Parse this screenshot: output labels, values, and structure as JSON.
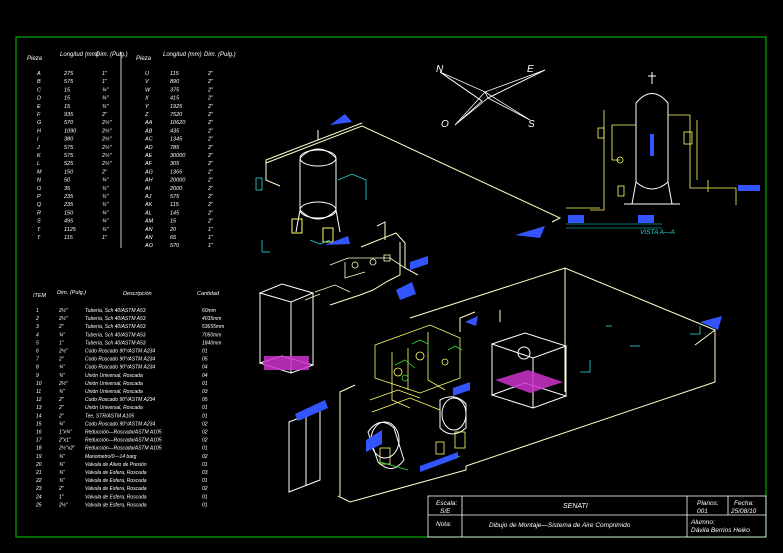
{
  "pieces_table": {
    "headers_left": [
      "Pieza",
      "Longitud (mm)",
      "Dim. (Pulg.)"
    ],
    "headers_right": [
      "Pieza",
      "Longitud (mm)",
      "Dim. (Pulg.)"
    ],
    "rows_left": [
      [
        "A",
        "275",
        "1\""
      ],
      [
        "B",
        "575",
        "1\""
      ],
      [
        "C",
        "15",
        "¾\""
      ],
      [
        "D",
        "15",
        "¾\""
      ],
      [
        "E",
        "15",
        "¾\""
      ],
      [
        "F",
        "935",
        "2\""
      ],
      [
        "G",
        "570",
        "2½\""
      ],
      [
        "H",
        "1090",
        "2½\""
      ],
      [
        "I",
        "380",
        "2½\""
      ],
      [
        "J",
        "575",
        "2½\""
      ],
      [
        "K",
        "575",
        "2½\""
      ],
      [
        "L",
        "525",
        "2½\""
      ],
      [
        "M",
        "150",
        "2\""
      ],
      [
        "N",
        "50",
        "¾\""
      ],
      [
        "O",
        "35",
        "¾\""
      ],
      [
        "P",
        "235",
        "¾\""
      ],
      [
        "Q",
        "235",
        "¾\""
      ],
      [
        "R",
        "150",
        "¾\""
      ],
      [
        "S",
        "495",
        "¾\""
      ],
      [
        "T",
        "1125",
        "¾\""
      ],
      [
        "T",
        "115",
        "1\""
      ]
    ],
    "rows_right": [
      [
        "U",
        "115",
        "2\""
      ],
      [
        "V",
        "890",
        "2\""
      ],
      [
        "W",
        "375",
        "2\""
      ],
      [
        "X",
        "415",
        "2\""
      ],
      [
        "Y",
        "1925",
        "2\""
      ],
      [
        "Z",
        "7520",
        "2\""
      ],
      [
        "AA",
        "10620",
        "2\""
      ],
      [
        "AB",
        "435",
        "2\""
      ],
      [
        "AC",
        "1345",
        "2\""
      ],
      [
        "AD",
        "785",
        "2\""
      ],
      [
        "AE",
        "30000",
        "2\""
      ],
      [
        "AF",
        "305",
        "2\""
      ],
      [
        "AG",
        "1365",
        "2\""
      ],
      [
        "AH",
        "20000",
        "2\""
      ],
      [
        "AI",
        "2000",
        "2\""
      ],
      [
        "AJ",
        "575",
        "2\""
      ],
      [
        "AK",
        "115",
        "2\""
      ],
      [
        "AL",
        "145",
        "2\""
      ],
      [
        "AM",
        "15",
        "2\""
      ],
      [
        "AN",
        "20",
        "1\""
      ],
      [
        "AN",
        "65",
        "1\""
      ],
      [
        "AO",
        "570",
        "1\""
      ]
    ]
  },
  "items_table": {
    "headers": [
      "ITEM",
      "Dim. (Pulg.)",
      "Descripción",
      "Cantidad"
    ],
    "rows": [
      [
        "1",
        "2½\"",
        "Tubería, Sch 40/ASTM A53",
        "60mm"
      ],
      [
        "2",
        "2½\"",
        "Tubería, Sch 40/ASTM A53",
        "4035mm"
      ],
      [
        "3",
        "2\"",
        "Tubería, Sch 40/ASTM A53",
        "53655mm"
      ],
      [
        "4",
        "¾\"",
        "Tubería, Sch 40/ASTM A53",
        "7050mm"
      ],
      [
        "5",
        "1\"",
        "Tubería, Sch 40/ASTM A53",
        "1840mm"
      ],
      [
        "6",
        "2½\"",
        "Codo Roscado 90°/ASTM A234",
        "01"
      ],
      [
        "7",
        "2\"",
        "Codo Roscado 90°/ASTM A234",
        "05"
      ],
      [
        "8",
        "¾\"",
        "Codo Roscado 90°/ASTM A234",
        "04"
      ],
      [
        "9",
        "¾\"",
        "Unión Universal, Roscada",
        "04"
      ],
      [
        "10",
        "2½\"",
        "Unión Universal, Roscada",
        "01"
      ],
      [
        "11",
        "¾\"",
        "Unión Universal, Roscada",
        "03"
      ],
      [
        "12",
        "2\"",
        "Codo Roscado 90°/ASTM A234",
        "05"
      ],
      [
        "13",
        "2\"",
        "Unión Universal, Roscada",
        "01"
      ],
      [
        "14",
        "2\"",
        "Tee, STR/ASTM A105",
        "01"
      ],
      [
        "15",
        "¾\"",
        "Codo Roscado 90°/ASTM A234",
        "02"
      ],
      [
        "16",
        "1\"x¾\"",
        "Reducción—Roscada/ASTM A105",
        "02"
      ],
      [
        "17",
        "2\"x1\"",
        "Reducción—Roscada/ASTM A105",
        "02"
      ],
      [
        "18",
        "2½\"x2\"",
        "Reducción—Roscada/ASTM A105",
        "01"
      ],
      [
        "19",
        "¾\"",
        "Manometro/0—14 barg",
        "02"
      ],
      [
        "20",
        "¾\"",
        "Valvula de Alivio de Presión",
        "01"
      ],
      [
        "21",
        "¾\"",
        "Valvula de Esfera, Roscada",
        "03"
      ],
      [
        "22",
        "¾\"",
        "Valvula de Esfera, Roscada",
        "01"
      ],
      [
        "23",
        "2\"",
        "Valvula de Esfera, Roscada",
        "02"
      ],
      [
        "24",
        "1\"",
        "Valvula de Esfera, Roscada",
        "01"
      ],
      [
        "25",
        "2½\"",
        "Valvula de Esfera, Roscada",
        "01"
      ]
    ]
  },
  "compass": {
    "n": "N",
    "e": "E",
    "o": "O",
    "s": "S"
  },
  "detail_view": {
    "label": "VISTA A—A"
  },
  "title_block": {
    "escala_label": "Escala:",
    "escala_value": "S/E",
    "company": "SENATI",
    "planos_label": "Planos:",
    "planos_value": "001",
    "fecha_label": "Fecha:",
    "fecha_value": "25/08/10",
    "nota_label": "Nota:",
    "description": "Dibujo de Montaje—Sistema de Aire Comprimido",
    "alumno_label": "Alumno:",
    "alumno_value": "Dávila Berrios Heiko"
  },
  "colors": {
    "border": "#00cc00",
    "pipe": "#ffffcc",
    "tank": "#ffffff",
    "accent_blue": "#3355ff",
    "accent_magenta": "#cc33cc",
    "cyan": "#22dddd",
    "yellow": "#ffff66"
  }
}
